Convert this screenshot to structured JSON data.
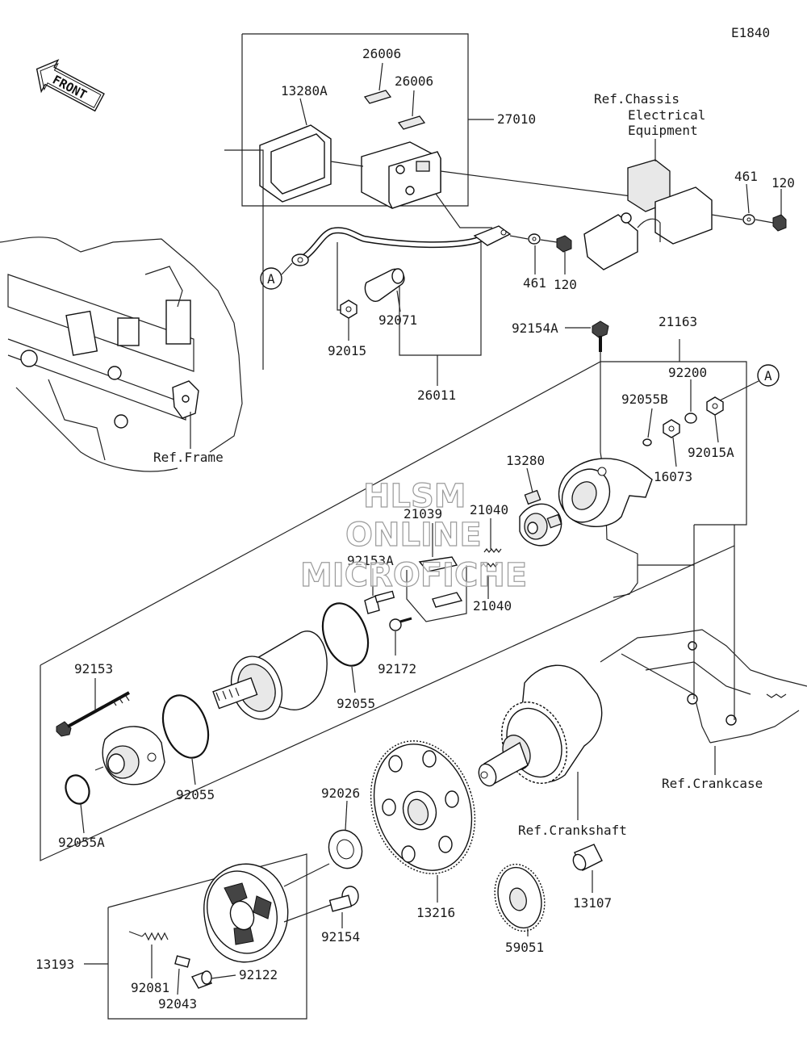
{
  "diagram_code": "E1840",
  "front_arrow": "FRONT",
  "callout_a_top": "A",
  "callout_a_right": "A",
  "watermark": {
    "line1": "HLSM",
    "line2": "ONLINE",
    "line3": "MICROFICHE"
  },
  "labels": {
    "p26006_a": "26006",
    "p26006_b": "26006",
    "p13280A": "13280A",
    "p27010": "27010",
    "ref_chassis_1": "Ref.Chassis",
    "ref_chassis_2": "Electrical",
    "ref_chassis_3": "Equipment",
    "p461_right": "461",
    "p120_right": "120",
    "p461": "461",
    "p120": "120",
    "p92015": "92015",
    "p92071": "92071",
    "p26011": "26011",
    "ref_frame": "Ref.Frame",
    "p92154A": "92154A",
    "p21163": "21163",
    "p92200": "92200",
    "p92055B": "92055B",
    "p92015A": "92015A",
    "p16073": "16073",
    "p13280": "13280",
    "p21039": "21039",
    "p21040_a": "21040",
    "p21040_b": "21040",
    "p92153A": "92153A",
    "p92172": "92172",
    "p92055_mid": "92055",
    "p92153": "92153",
    "p92055_left": "92055",
    "p92055A": "92055A",
    "p92026": "92026",
    "p13216": "13216",
    "ref_crankshaft": "Ref.Crankshaft",
    "ref_crankcase": "Ref.Crankcase",
    "p13107": "13107",
    "p59051": "59051",
    "p92154": "92154",
    "p13193": "13193",
    "p92122": "92122",
    "p92081": "92081",
    "p92043": "92043"
  }
}
